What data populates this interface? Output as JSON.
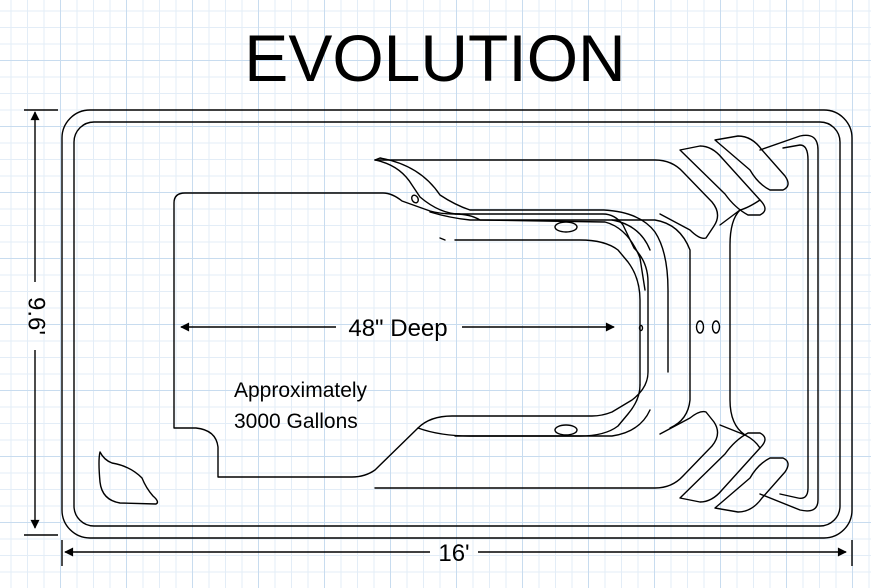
{
  "title": "EVOLUTION",
  "dimensions": {
    "length": "16'",
    "width": "9.6'",
    "depth": "48\" Deep"
  },
  "capacity": {
    "line1": "Approximately",
    "line2": "3000 Gallons"
  }
}
